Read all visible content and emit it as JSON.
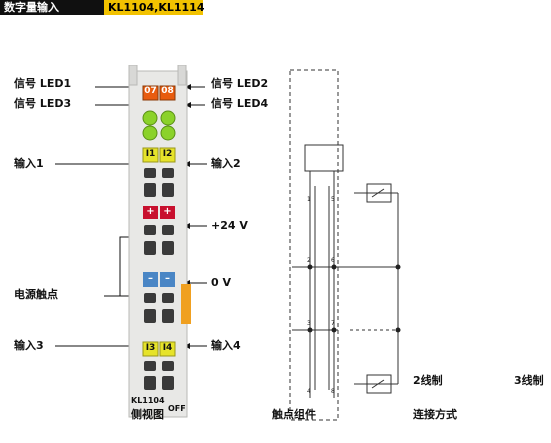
{
  "header": {
    "category": "数字量输入",
    "model": "KL1104,KL1114"
  },
  "labels": {
    "led1": "信号 LED1",
    "led2": "信号 LED2",
    "led3": "信号 LED3",
    "led4": "信号 LED4",
    "input1": "输入1",
    "input2": "输入2",
    "plus24": "+24 V",
    "zero_v": "0 V",
    "power_contacts": "电源触点",
    "input3": "输入3",
    "input4": "输入4"
  },
  "terminal": {
    "led_top": [
      "07",
      "08"
    ],
    "channels_top": [
      "I1",
      "I2"
    ],
    "channels_bottom": [
      "I3",
      "I4"
    ],
    "plus_symbol": "+",
    "minus_symbol": "–",
    "model_text": "KL1104",
    "state_text": "OFF"
  },
  "schematic": {
    "pin_numbers": [
      "1",
      "5",
      "2",
      "6",
      "3",
      "7",
      "4",
      "8"
    ]
  },
  "footer": {
    "side_view": "侧视图",
    "contact_assembly": "触点组件",
    "two_wire": "2线制",
    "three_wire": "3线制",
    "connection": "连接方式"
  },
  "colors": {
    "led_orange": "#e85c0f",
    "led_green": "#8bd22a",
    "channel_yellow": "#e6e32a",
    "plus_red": "#c8102e",
    "minus_blue": "#4a86c5",
    "side_orange": "#f0a020",
    "header_yellow": "#f2c200"
  }
}
